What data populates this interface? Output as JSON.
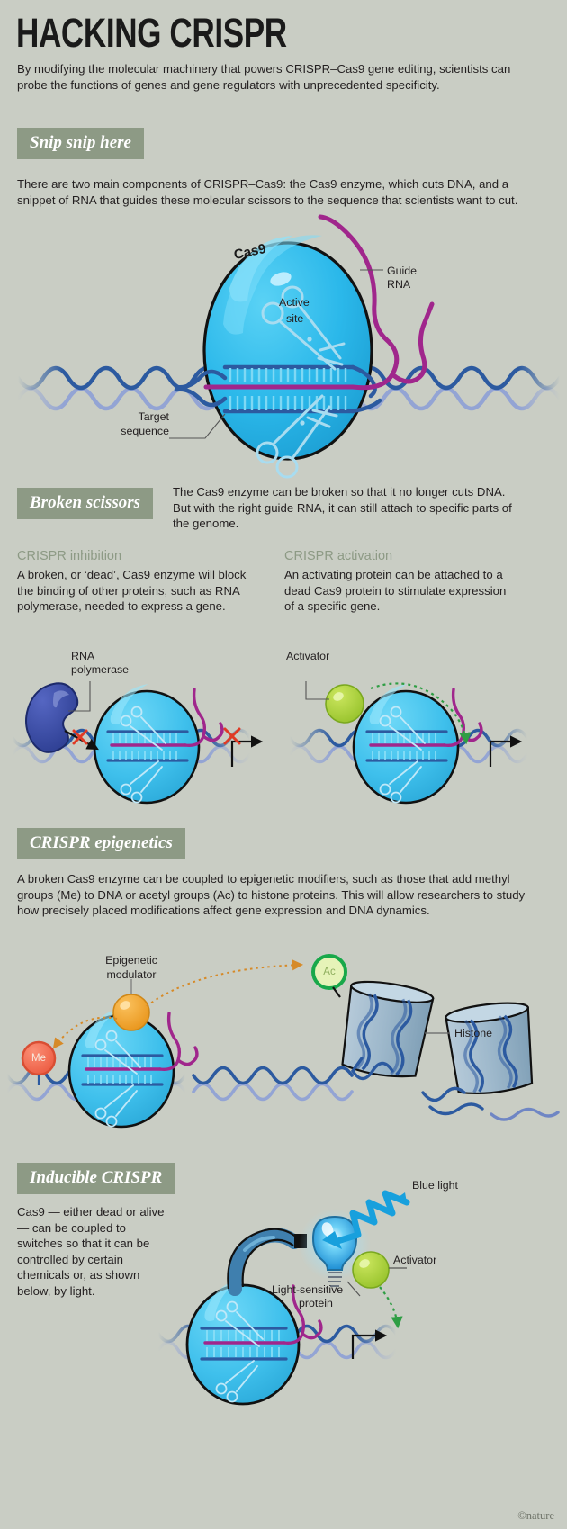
{
  "header": {
    "title": "HACKING CRISPR",
    "standfirst": "By modifying the molecular machinery that powers CRISPR–Cas9 gene editing, scientists can probe the functions of genes and gene regulators with unprecedented specificity."
  },
  "sections": [
    {
      "banner": "Snip snip here",
      "body": "There are two main components of CRISPR–Cas9: the Cas9 enzyme, which cuts DNA, and a snippet of RNA that guides these molecular scissors to the sequence that scientists want to cut.",
      "labels": {
        "cas9": "Cas9",
        "guide_rna": "Guide\nRNA",
        "guide_rna_line1": "Guide",
        "guide_rna_line2": "RNA",
        "active_site_line1": "Active",
        "active_site_line2": "site",
        "target_line1": "Target",
        "target_line2": "sequence"
      }
    },
    {
      "banner": "Broken scissors",
      "body": "The Cas9 enzyme can be broken so that it no longer cuts DNA. But with the right guide RNA, it can still attach to specific parts of the genome.",
      "columns": [
        {
          "heading": "CRISPR inhibition",
          "body": "A broken, or ‘dead’, Cas9 enzyme will block the binding of other proteins, such as RNA polymerase, needed to express a gene.",
          "labels": {
            "protein_line1": "RNA",
            "protein_line2": "polymerase"
          }
        },
        {
          "heading": "CRISPR activation",
          "body": "An activating protein can be attached to a dead Cas9 protein to stimulate expression of a specific gene.",
          "labels": {
            "protein": "Activator"
          }
        }
      ]
    },
    {
      "banner": "CRISPR epigenetics",
      "body": "A broken Cas9 enzyme can be coupled to epigenetic modifiers, such as those that add methyl groups (Me) to DNA or acetyl groups (Ac) to histone proteins. This will allow researchers to study how precisely placed modifications affect gene expression and DNA dynamics.",
      "labels": {
        "modulator_line1": "Epigenetic",
        "modulator_line2": "modulator",
        "methyl_badge": "Me",
        "acetyl_badge": "Ac",
        "histone": "Histone"
      }
    },
    {
      "banner": "Inducible CRISPR",
      "body": "Cas9 — either dead or alive — can be coupled to switches so that it can be controlled by certain chemicals or, as shown below, by light.",
      "labels": {
        "blue_light": "Blue light",
        "activator": "Activator",
        "light_protein_line1": "Light-sensitive",
        "light_protein_line2": "protein"
      }
    }
  ],
  "credit": "©nature",
  "colors": {
    "background": "#c9cdc4",
    "banner": "#8d9a85",
    "subhead": "#8d9a85",
    "cas9_body": "#29b6e8",
    "cas9_outline": "#111111",
    "dna_strand": "#2c5aa0",
    "dna_strand_light": "#8e9dd0",
    "guide_rna": "#a0268c",
    "rna_polymerase": "#3a4ea0",
    "activator_green": "#a6ce39",
    "modulator_orange": "#f0a02a",
    "methyl_red": "#f0674f",
    "acetyl_green": "#18a84a",
    "histone": "#9fb9cc",
    "blue_light": "#18a0dd",
    "text": "#231f20",
    "cross_red": "#e03a25"
  }
}
